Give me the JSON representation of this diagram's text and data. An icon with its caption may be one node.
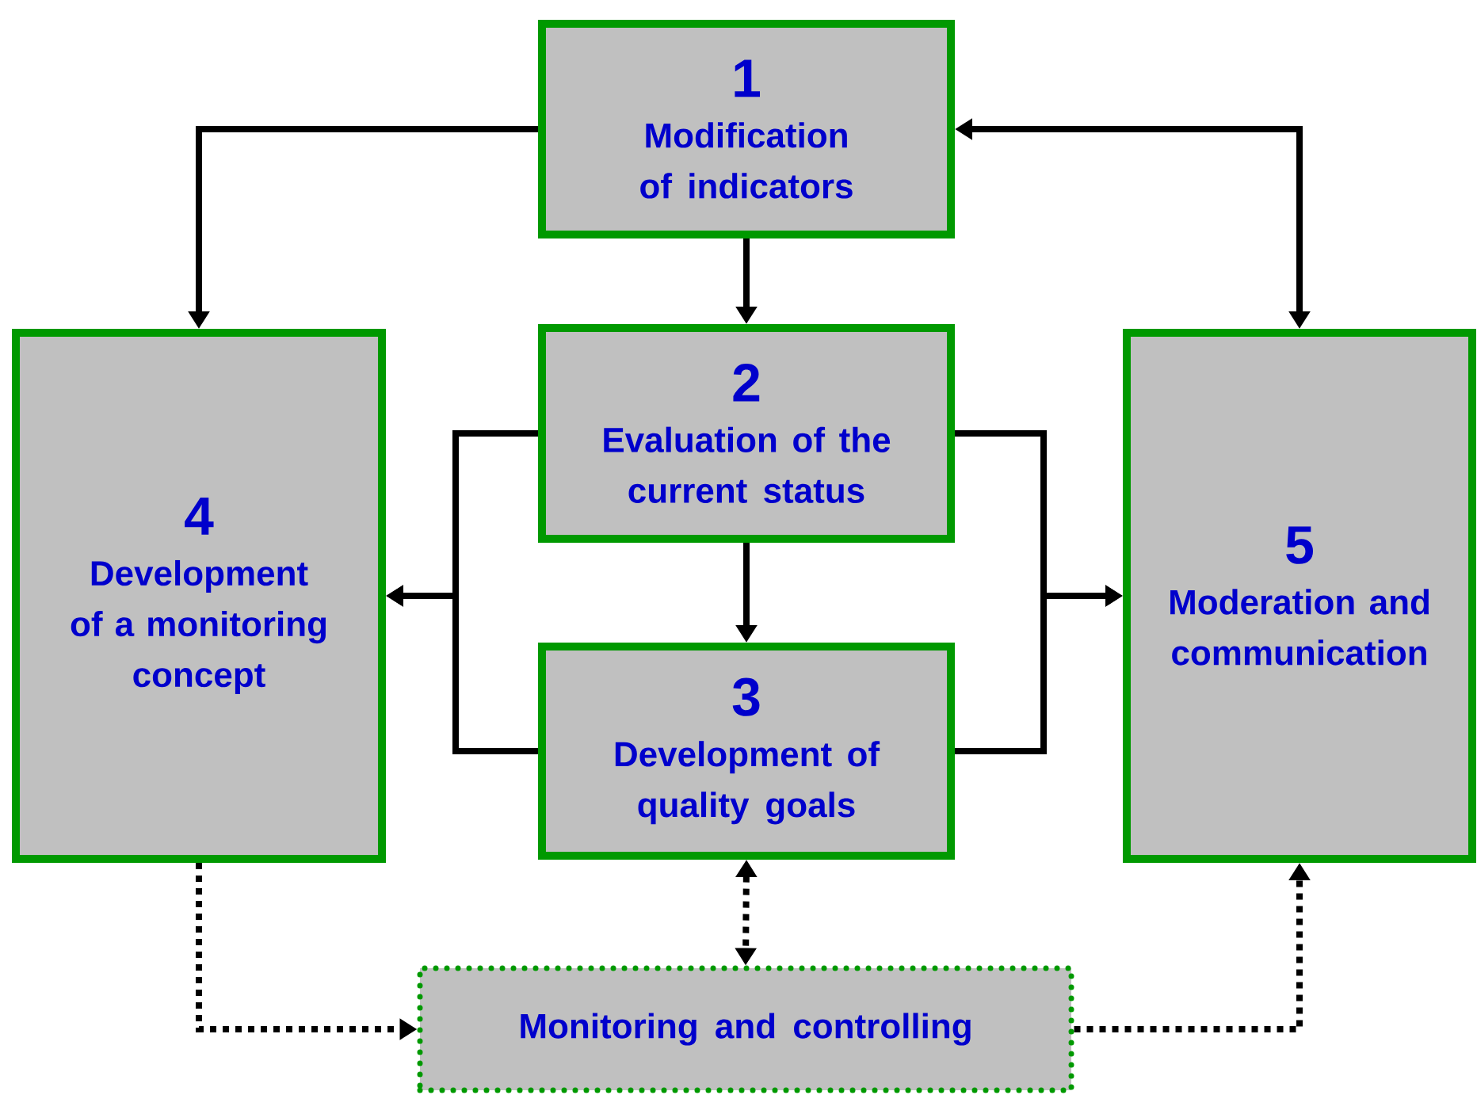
{
  "diagram": {
    "nodes": [
      {
        "text": [
          "1",
          "Modification of indicators"
        ]
      },
      {
        "text": [
          "4",
          "Development of a monitoring concept"
        ]
      },
      {
        "text": [
          "2",
          "Evaluation of the current status"
        ]
      },
      {
        "text": [
          "5",
          "Moderation and communication"
        ]
      },
      {
        "text": [
          "3",
          "Development of quality goals"
        ]
      },
      {
        "text": [
          "Monitoring and controlling"
        ]
      }
    ],
    "edges": [
      {
        "from": 0,
        "to": 1,
        "arrow": "to"
      },
      {
        "from": 0,
        "to": 2,
        "arrow": "to"
      },
      {
        "from": 0,
        "to": 3,
        "arrow": "both"
      },
      {
        "from": 2,
        "to": 4,
        "arrow": "to"
      },
      {
        "from": 2,
        "to": 1,
        "arrow": "to"
      },
      {
        "from": 4,
        "to": 1,
        "arrow": "to"
      },
      {
        "from": 2,
        "to": 3,
        "arrow": "to"
      },
      {
        "from": 4,
        "to": 3,
        "arrow": "to"
      },
      {
        "from": 1,
        "to": 5,
        "arrow": "to",
        "style": "dashed"
      },
      {
        "from": 4,
        "to": 5,
        "arrow": "both",
        "style": "dashed"
      },
      {
        "from": 5,
        "to": 3,
        "arrow": "to",
        "style": "dashed"
      }
    ]
  }
}
